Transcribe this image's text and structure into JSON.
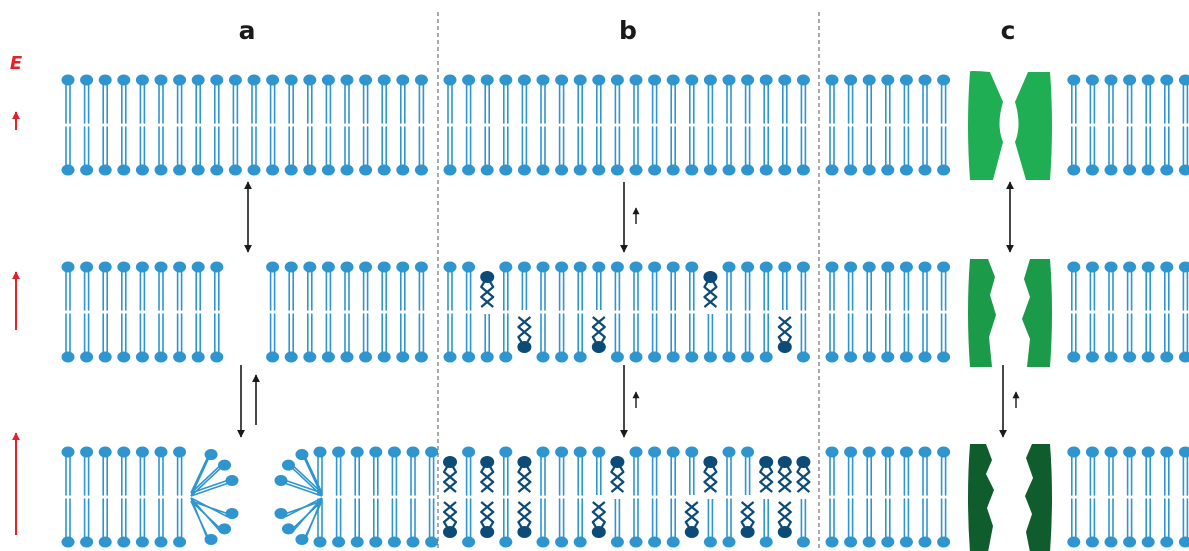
{
  "axis": {
    "label": "E"
  },
  "panels": [
    {
      "id": "a",
      "label": "a"
    },
    {
      "id": "b",
      "label": "b"
    },
    {
      "id": "c",
      "label": "c"
    }
  ],
  "colors": {
    "lipid": "#2f95cf",
    "oxidized_lipid": "#0c4a78",
    "protein_resting": "#1fae53",
    "protein_open": "#1b9a49",
    "protein_altered": "#0f5c2c",
    "energy_arrow": "#e8202a",
    "arrow": "#1a1a1a",
    "divider": "#555555"
  },
  "energy_levels": [
    {
      "row": 1,
      "relative_size": 1
    },
    {
      "row": 2,
      "relative_size": 3
    },
    {
      "row": 3,
      "relative_size": 4
    }
  ],
  "icons": {
    "lipid": "phospholipid-glyph",
    "oxidized_lipid": "oxidized-phospholipid-glyph",
    "protein": "membrane-protein-glyph"
  }
}
